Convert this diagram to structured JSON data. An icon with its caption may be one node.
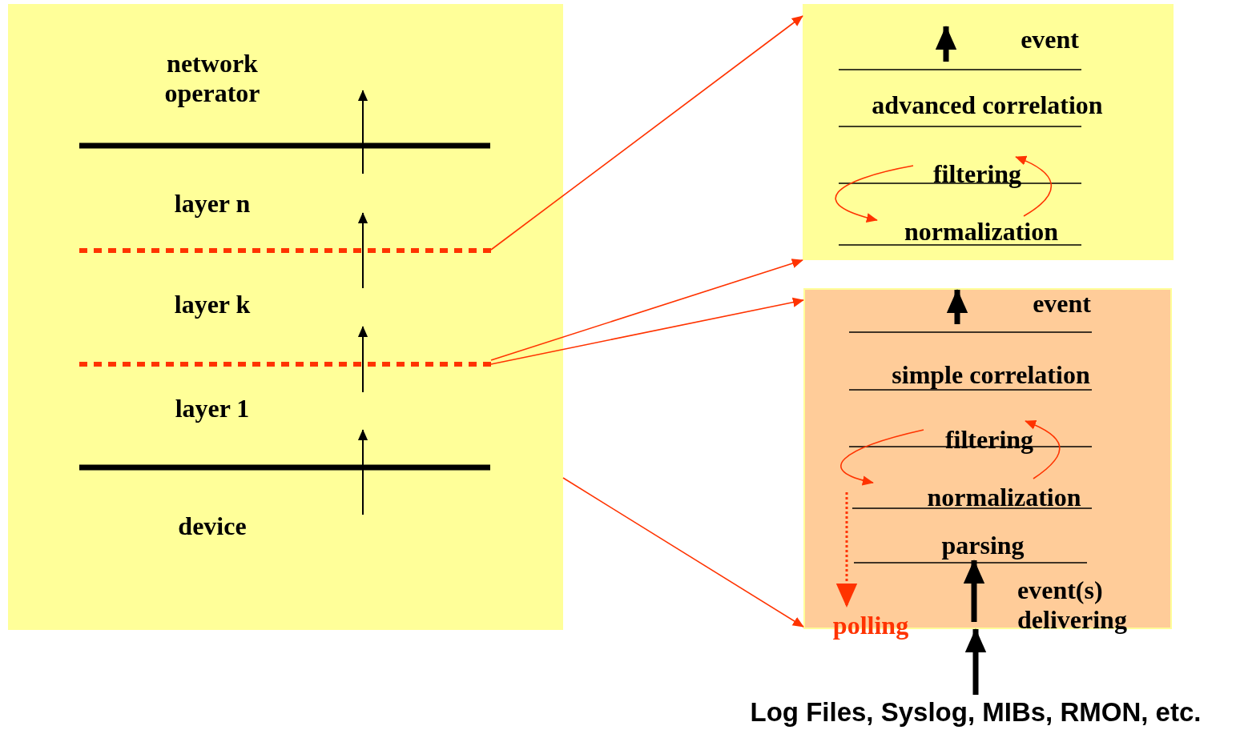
{
  "diagram": {
    "nodes": [
      {
        "text": [],
        "shape": "box"
      },
      {
        "text": [
          "network operator"
        ],
        "in": 0
      },
      {
        "text": [
          "layer n"
        ],
        "in": 0
      },
      {
        "text": [],
        "shape": "bar",
        "in": 0
      },
      {
        "text": [
          "layer k"
        ],
        "in": 0
      },
      {
        "text": [],
        "shape": "bar",
        "in": 0
      },
      {
        "text": [
          "layer 1"
        ],
        "in": 0
      },
      {
        "text": [
          "device"
        ],
        "in": 0
      },
      {
        "text": [],
        "shape": "box"
      },
      {
        "text": [
          "event"
        ],
        "in": 8
      },
      {
        "text": [
          "advanced correlation"
        ],
        "in": 8
      },
      {
        "text": [
          "filtering"
        ],
        "in": 8
      },
      {
        "text": [
          "normalization"
        ],
        "in": 8
      },
      {
        "text": [],
        "shape": "box"
      },
      {
        "text": [
          "event"
        ],
        "in": 13
      },
      {
        "text": [
          "simple correlation"
        ],
        "in": 13
      },
      {
        "text": [
          "filtering"
        ],
        "in": 13
      },
      {
        "text": [
          "normalization"
        ],
        "in": 13
      },
      {
        "text": [
          "parsing"
        ],
        "in": 13
      },
      {
        "text": [
          "event(s) delivering"
        ],
        "in": 13
      },
      {
        "text": [
          "polling"
        ],
        "in": 13
      },
      {
        "text": [
          "Log Files, Syslog, MIBs, RMON, etc."
        ]
      }
    ],
    "edges": [
      {
        "from": 3,
        "to": 8,
        "arrow": "to",
        "color": "#ff3300"
      },
      {
        "from": 5,
        "to": 8,
        "arrow": "to",
        "color": "#ff3300"
      },
      {
        "from": 5,
        "to": 13,
        "arrow": "to",
        "color": "#ff3300"
      },
      {
        "from": 0,
        "to": 13,
        "arrow": "to",
        "color": "#ff3300"
      },
      {
        "from": 11,
        "to": 12,
        "arrow": "to",
        "color": "#ff3300"
      },
      {
        "from": 12,
        "to": 11,
        "arrow": "to",
        "color": "#ff3300"
      },
      {
        "from": 16,
        "to": 17,
        "arrow": "to",
        "color": "#ff3300"
      },
      {
        "from": 17,
        "to": 16,
        "arrow": "to",
        "color": "#ff3300"
      },
      {
        "from": 17,
        "to": 20,
        "arrow": "to",
        "style": "dashed",
        "color": "#ff3300"
      },
      {
        "from": null,
        "to": 18,
        "arrow": "to",
        "style": "thick",
        "color": "#000000"
      },
      {
        "from": 21,
        "to": 13,
        "arrow": "to",
        "style": "thick",
        "color": "#000000"
      }
    ]
  }
}
